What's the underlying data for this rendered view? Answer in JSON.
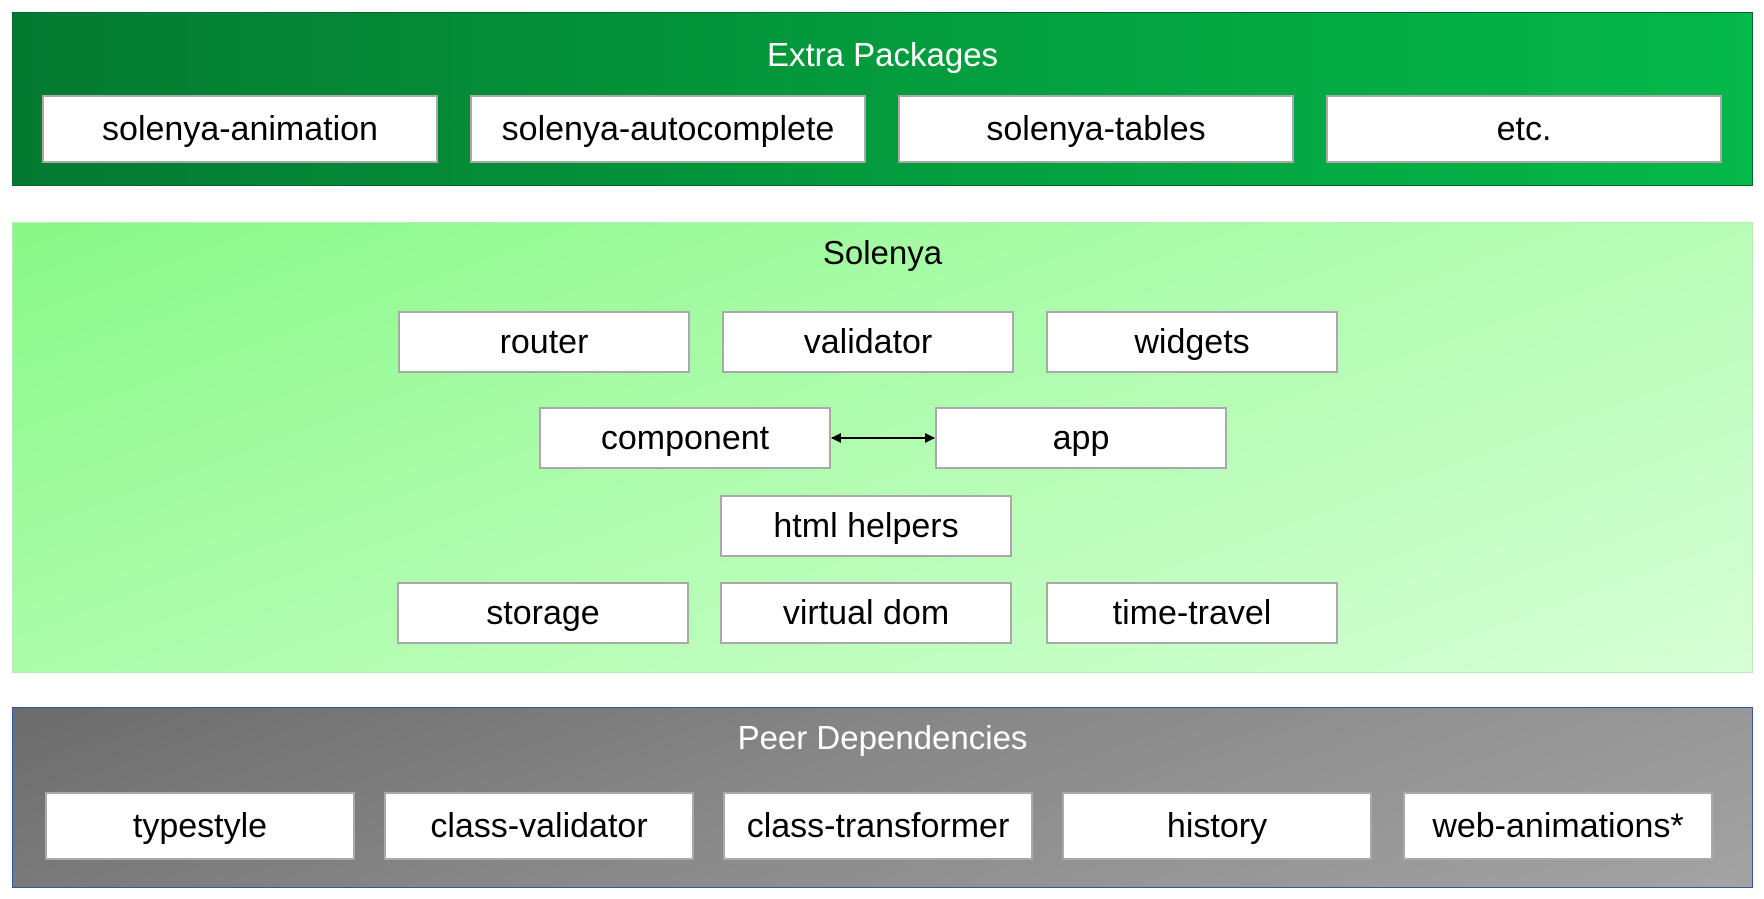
{
  "extra_packages": {
    "title": "Extra Packages",
    "items": [
      "solenya-animation",
      "solenya-autocomplete",
      "solenya-tables",
      "etc."
    ]
  },
  "core": {
    "title": "Solenya",
    "row1": [
      "router",
      "validator",
      "widgets"
    ],
    "component": "component",
    "app": "app",
    "html_helpers": "html helpers",
    "row4": [
      "storage",
      "virtual dom",
      "time-travel"
    ]
  },
  "peer_dependencies": {
    "title": "Peer Dependencies",
    "items": [
      "typestyle",
      "class-validator",
      "class-transformer",
      "history",
      "web-animations*"
    ]
  },
  "colors": {
    "extra_layer": "#039b3d",
    "core_layer": "#aafca9",
    "peer_layer": "#888888"
  }
}
